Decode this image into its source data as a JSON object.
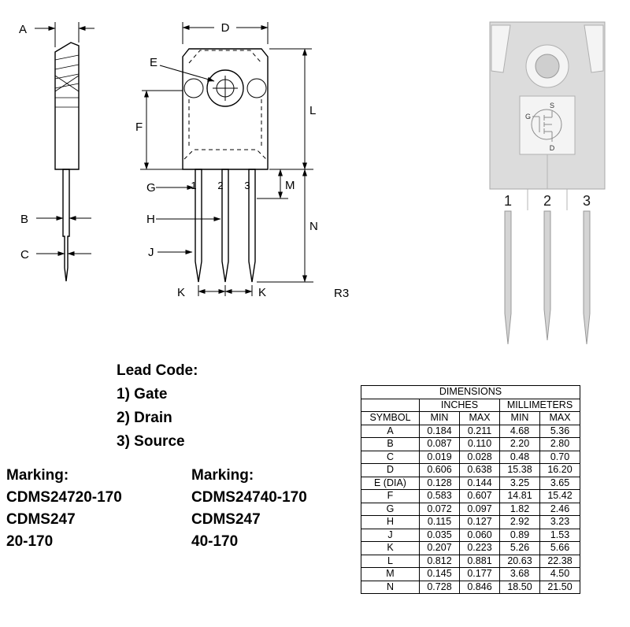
{
  "lead_code": {
    "title": "Lead Code:",
    "items": [
      "1) Gate",
      "2) Drain",
      "3) Source"
    ]
  },
  "markings": [
    {
      "title": "Marking:",
      "lines": [
        "CDMS24720-170",
        "CDMS247",
        "20-170"
      ]
    },
    {
      "title": "Marking:",
      "lines": [
        "CDMS24740-170",
        "CDMS247",
        "40-170"
      ]
    }
  ],
  "drawing": {
    "dim_labels": {
      "A": "A",
      "B": "B",
      "C": "C",
      "D": "D",
      "E": "E",
      "F": "F",
      "G": "G",
      "H": "H",
      "J": "J",
      "K": "K",
      "L": "L",
      "M": "M",
      "N": "N"
    },
    "corner_note": "R3",
    "front_pins": [
      "1",
      "2",
      "3"
    ],
    "right_pins": [
      "1",
      "2",
      "3"
    ],
    "mosfet": {
      "gate": "G",
      "source": "S",
      "drain": "D"
    }
  },
  "table": {
    "title": "DIMENSIONS",
    "inches_header": "INCHES",
    "millimeters_header": "MILLIMETERS",
    "symbol_header": "SYMBOL",
    "min_header": "MIN",
    "max_header": "MAX",
    "rows": [
      [
        "A",
        "0.184",
        "0.211",
        "4.68",
        "5.36"
      ],
      [
        "B",
        "0.087",
        "0.110",
        "2.20",
        "2.80"
      ],
      [
        "C",
        "0.019",
        "0.028",
        "0.48",
        "0.70"
      ],
      [
        "D",
        "0.606",
        "0.638",
        "15.38",
        "16.20"
      ],
      [
        "E (DIA)",
        "0.128",
        "0.144",
        "3.25",
        "3.65"
      ],
      [
        "F",
        "0.583",
        "0.607",
        "14.81",
        "15.42"
      ],
      [
        "G",
        "0.072",
        "0.097",
        "1.82",
        "2.46"
      ],
      [
        "H",
        "0.115",
        "0.127",
        "2.92",
        "3.23"
      ],
      [
        "J",
        "0.035",
        "0.060",
        "0.89",
        "1.53"
      ],
      [
        "K",
        "0.207",
        "0.223",
        "5.26",
        "5.66"
      ],
      [
        "L",
        "0.812",
        "0.881",
        "20.63",
        "22.38"
      ],
      [
        "M",
        "0.145",
        "0.177",
        "3.68",
        "4.50"
      ],
      [
        "N",
        "0.728",
        "0.846",
        "18.50",
        "21.50"
      ]
    ]
  }
}
